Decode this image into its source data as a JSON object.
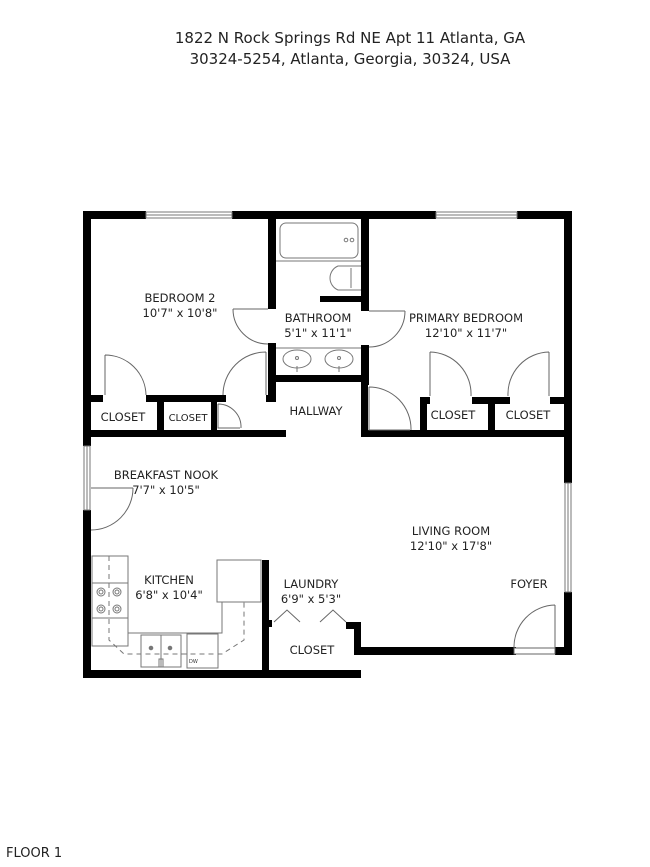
{
  "header": {
    "address_line1": "1822 N Rock Springs Rd NE Apt 11 Atlanta, GA",
    "address_line2": "30324-5254, Atlanta, Georgia, 30324, USA"
  },
  "footer": {
    "floor_label": "FLOOR 1"
  },
  "rooms": {
    "bedroom2": {
      "name": "BEDROOM 2",
      "dims": "10'7\" x 10'8\""
    },
    "bathroom": {
      "name": "BATHROOM",
      "dims": "5'1\" x 11'1\""
    },
    "primary_bedroom": {
      "name": "PRIMARY BEDROOM",
      "dims": "12'10\" x 11'7\""
    },
    "hallway": {
      "name": "HALLWAY"
    },
    "closet_b2_a": {
      "name": "CLOSET"
    },
    "closet_b2_b": {
      "name": "CLOSET"
    },
    "closet_pb_a": {
      "name": "CLOSET"
    },
    "closet_pb_b": {
      "name": "CLOSET"
    },
    "breakfast_nook": {
      "name": "BREAKFAST NOOK",
      "dims": "7'7\" x 10'5\""
    },
    "kitchen": {
      "name": "KITCHEN",
      "dims": "6'8\" x 10'4\""
    },
    "laundry": {
      "name": "LAUNDRY",
      "dims": "6'9\" x 5'3\""
    },
    "closet_laundry": {
      "name": "CLOSET"
    },
    "living_room": {
      "name": "LIVING ROOM",
      "dims": "12'10\" x 17'8\""
    },
    "foyer": {
      "name": "FOYER"
    }
  },
  "fixtures": {
    "dishwasher_label": "DW"
  },
  "colors": {
    "wall": "#000000",
    "fixture_line": "#555555",
    "background": "#ffffff"
  }
}
